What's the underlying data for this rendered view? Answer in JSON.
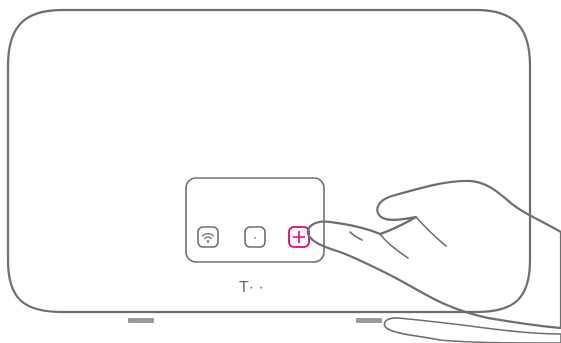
{
  "device": {
    "logo_text": "T· ·",
    "buttons": [
      {
        "name": "wifi-button",
        "icon": "wifi-icon"
      },
      {
        "name": "dot-button",
        "icon": "dot-icon"
      },
      {
        "name": "plus-button",
        "icon": "plus-icon",
        "highlighted": true
      }
    ]
  },
  "colors": {
    "outline": "#6e6e6e",
    "accent": "#e20074",
    "background": "#ffffff"
  }
}
